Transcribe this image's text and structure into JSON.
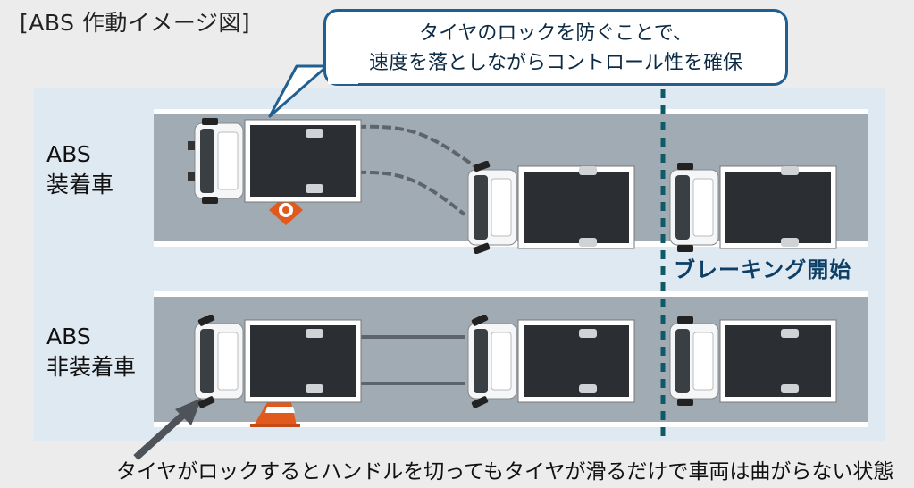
{
  "title": "[ABS 作動イメージ図]",
  "callout": {
    "line1": "タイヤのロックを防ぐことで、",
    "line2": "速度を落としながらコントロール性を確保"
  },
  "rows": [
    {
      "label_line1": "ABS",
      "label_line2": "装着車"
    },
    {
      "label_line1": "ABS",
      "label_line2": "非装着車"
    }
  ],
  "braking_label": "ブレーキング開始",
  "bottom_caption": "タイヤがロックするとハンドルを切ってもタイヤが滑るだけで車両は曲がらない状態",
  "colors": {
    "road": "#a1abb4",
    "panel": "#dfe9f2",
    "callout_border": "#1f5f92",
    "dash_line": "#0f5a66",
    "cone": "#e05a1e"
  }
}
